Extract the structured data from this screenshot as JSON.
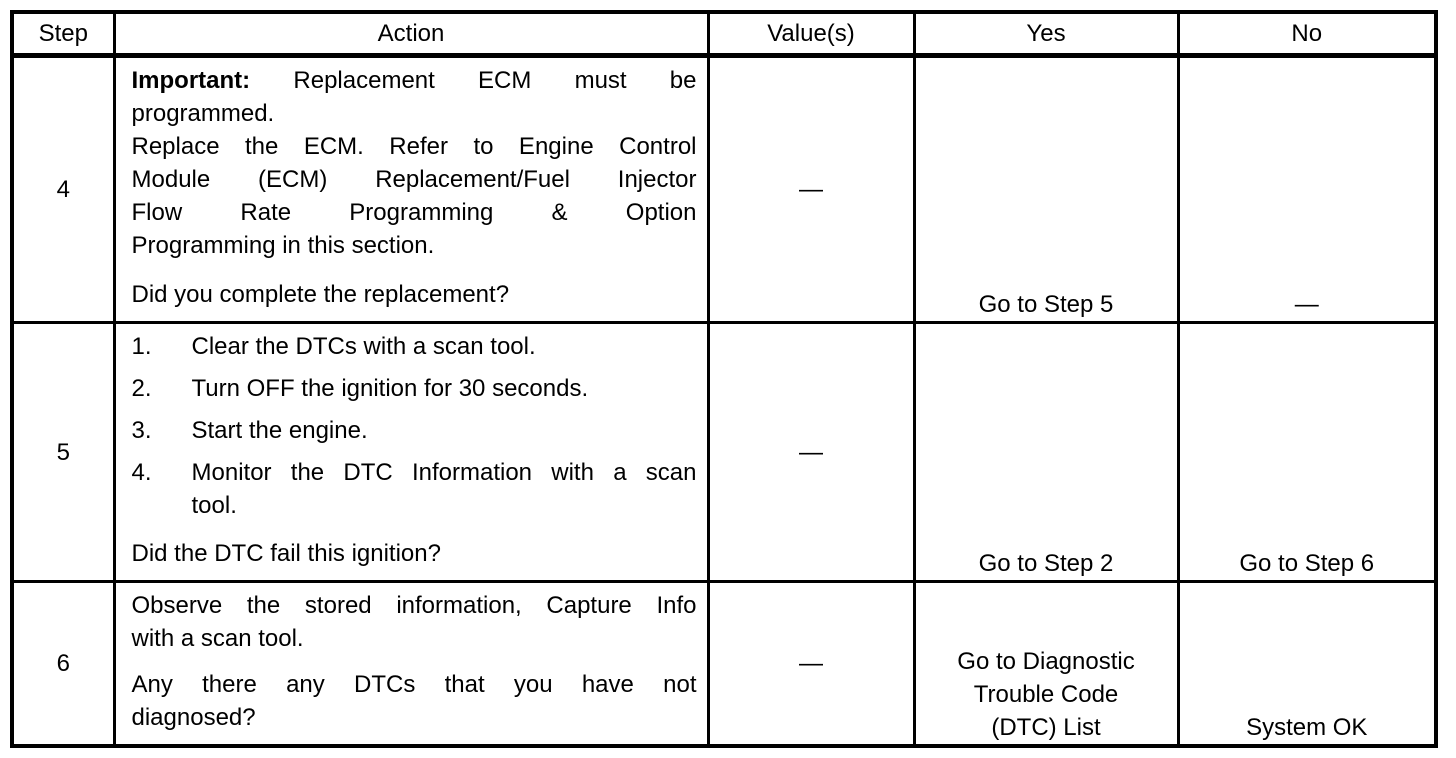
{
  "table": {
    "headers": {
      "step": "Step",
      "action": "Action",
      "values": "Value(s)",
      "yes": "Yes",
      "no": "No"
    },
    "rows": [
      {
        "step": "4",
        "action": {
          "important_bold": "Important:",
          "important_rest": "Replacement ECM must be",
          "important_cont": "programmed.",
          "para_lines": [
            "Replace the ECM. Refer to Engine Control",
            "Module (ECM) Replacement/Fuel Injector",
            "Flow Rate Programming & Option",
            "Programming in this section."
          ],
          "question_lines": [
            "Did you complete the replacement?"
          ]
        },
        "value": "—",
        "yes_lines": [
          "Go to Step 5"
        ],
        "no_lines": [
          "—"
        ]
      },
      {
        "step": "5",
        "action": {
          "list": [
            {
              "num": "1.",
              "lines": [
                "Clear the DTCs with a scan tool."
              ]
            },
            {
              "num": "2.",
              "lines": [
                "Turn OFF the ignition for 30 seconds."
              ]
            },
            {
              "num": "3.",
              "lines": [
                "Start the engine."
              ]
            },
            {
              "num": "4.",
              "lines": [
                "Monitor the DTC Information with a scan",
                "tool."
              ]
            }
          ],
          "question_lines": [
            "Did the DTC fail this ignition?"
          ]
        },
        "value": "—",
        "yes_lines": [
          "Go to Step 2"
        ],
        "no_lines": [
          "Go to Step 6"
        ]
      },
      {
        "step": "6",
        "action": {
          "para_lines": [
            "Observe the stored information, Capture Info",
            "with a scan tool."
          ],
          "question_lines": [
            "Any there any DTCs that you have not",
            "diagnosed?"
          ]
        },
        "value": "—",
        "yes_lines": [
          "Go to Diagnostic",
          "Trouble Code",
          "(DTC) List"
        ],
        "no_lines": [
          "System OK"
        ]
      }
    ]
  }
}
